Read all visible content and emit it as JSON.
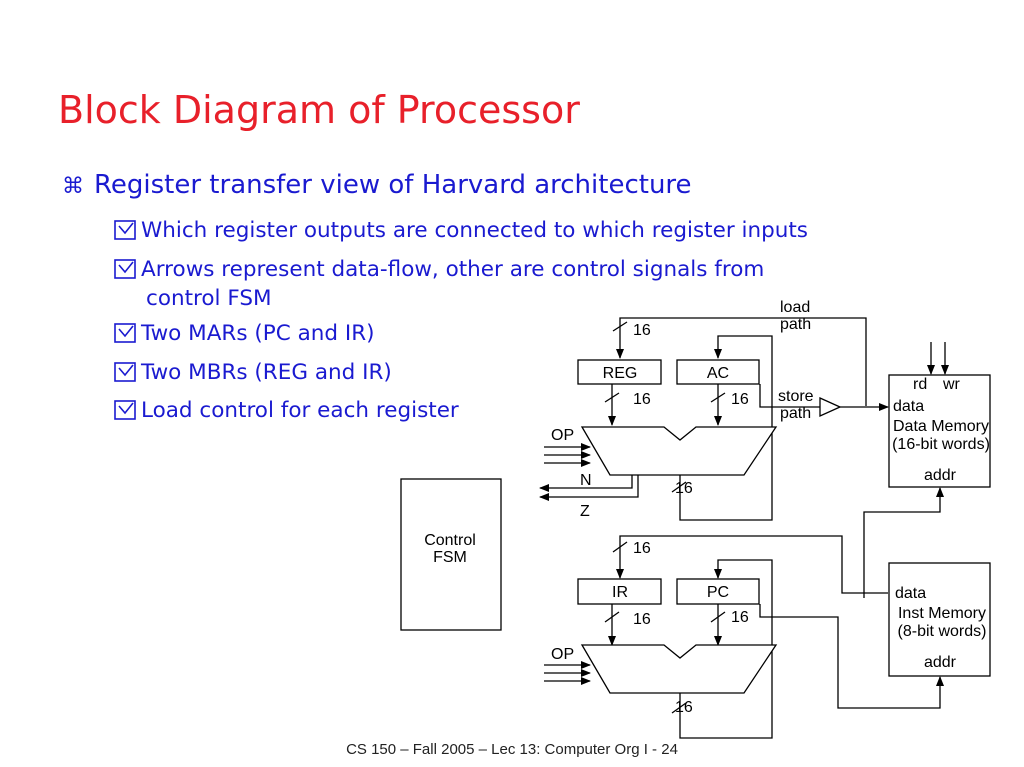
{
  "slide": {
    "title": "Block Diagram of Processor",
    "bullet_main": "Register transfer view of Harvard architecture",
    "bullet_main_glyph": "⌘",
    "sub_bullets": [
      {
        "text": "Which register outputs are connected to which register inputs"
      },
      {
        "text": "Arrows represent data-flow, other are control signals from",
        "cont": "control FSM"
      },
      {
        "text": "Two MARs (PC and IR)"
      },
      {
        "text": "Two MBRs (REG and IR)"
      },
      {
        "text": "Load control for each register"
      }
    ],
    "footer": "CS 150 – Fall  2005 – Lec 13: Computer Org I - 24"
  },
  "diagram": {
    "registers": {
      "reg": "REG",
      "ac": "AC",
      "ir": "IR",
      "pc": "PC"
    },
    "bus_width": "16",
    "op_label": "OP",
    "flag_n": "N",
    "flag_z": "Z",
    "control_fsm": [
      "Control",
      "FSM"
    ],
    "load_path": [
      "load",
      "path"
    ],
    "store_path": [
      "store",
      "path"
    ],
    "data_memory": {
      "rd": "rd",
      "wr": "wr",
      "data": "data",
      "name": "Data Memory",
      "desc": "(16-bit words)",
      "addr": "addr"
    },
    "inst_memory": {
      "data": "data",
      "name": "Inst Memory",
      "desc": "(8-bit words)",
      "addr": "addr"
    }
  }
}
